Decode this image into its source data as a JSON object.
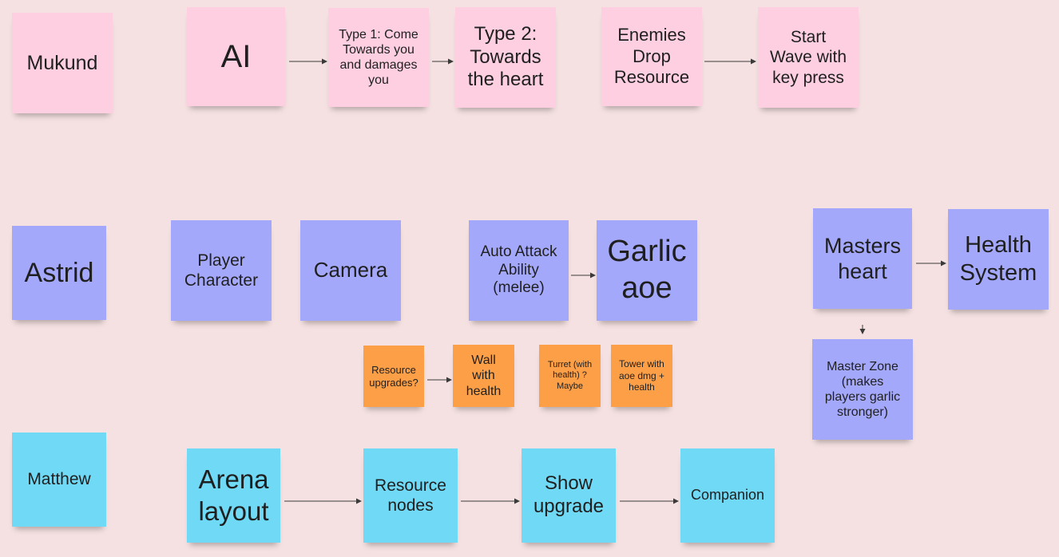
{
  "colors": {
    "background": "#f5e1e1",
    "mukund_notes": "#fdcfe0",
    "astrid_notes": "#a4a8fb",
    "matthew_notes": "#6fd9f6",
    "resource_notes": "#fc9f46",
    "arrow": "#3a3a3a"
  },
  "notes": {
    "mukund": "Mukund",
    "ai": "AI",
    "ai_type1": "Type 1: Come\nTowards you\nand damages\nyou",
    "ai_type2": "Type 2:\nTowards\nthe heart",
    "enemies_drop": "Enemies\nDrop\nResource",
    "start_wave": "Start\nWave with\nkey press",
    "astrid": "Astrid",
    "player_character": "Player\nCharacter",
    "camera": "Camera",
    "auto_attack": "Auto Attack\nAbility\n(melee)",
    "garlic_aoe": "Garlic\naoe",
    "masters_heart": "Masters\nheart",
    "health_system": "Health\nSystem",
    "master_zone": "Master Zone\n(makes\nplayers garlic\nstronger)",
    "resource_upgrades": "Resource\nupgrades?",
    "wall_health": "Wall\nwith\nhealth",
    "turret": "Turret (with\nhealth) ?\nMaybe",
    "tower": "Tower with\naoe dmg +\nhealth",
    "matthew": "Matthew",
    "arena_layout": "Arena\nlayout",
    "resource_nodes": "Resource\nnodes",
    "show_upgrade": "Show\nupgrade",
    "companion": "Companion"
  },
  "arrows": [
    {
      "from": "ai",
      "to": "ai_type1"
    },
    {
      "from": "ai_type1",
      "to": "ai_type2"
    },
    {
      "from": "enemies_drop",
      "to": "start_wave"
    },
    {
      "from": "auto_attack",
      "to": "garlic_aoe"
    },
    {
      "from": "masters_heart",
      "to": "health_system"
    },
    {
      "from": "masters_heart",
      "to": "master_zone"
    },
    {
      "from": "resource_upgrades",
      "to": "wall_health"
    },
    {
      "from": "arena_layout",
      "to": "resource_nodes"
    },
    {
      "from": "resource_nodes",
      "to": "show_upgrade"
    },
    {
      "from": "show_upgrade",
      "to": "companion"
    }
  ]
}
